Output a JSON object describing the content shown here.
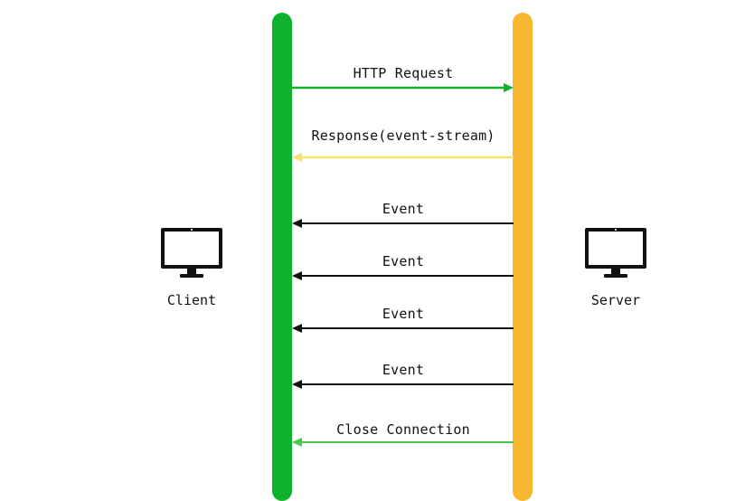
{
  "participants": {
    "client": {
      "label": "Client",
      "icon": "monitor-icon",
      "lifeline_color": "#0db22d"
    },
    "server": {
      "label": "Server",
      "icon": "monitor-icon",
      "lifeline_color": "#f7b733"
    }
  },
  "messages": [
    {
      "label": "HTTP Request",
      "from": "client",
      "to": "server",
      "color": "#11b02c"
    },
    {
      "label": "Response(event-stream)",
      "from": "server",
      "to": "client",
      "color": "#f6e36b"
    },
    {
      "label": "Event",
      "from": "server",
      "to": "client",
      "color": "#111111"
    },
    {
      "label": "Event",
      "from": "server",
      "to": "client",
      "color": "#111111"
    },
    {
      "label": "Event",
      "from": "server",
      "to": "client",
      "color": "#111111"
    },
    {
      "label": "Event",
      "from": "server",
      "to": "client",
      "color": "#111111"
    },
    {
      "label": "Close Connection",
      "from": "server",
      "to": "client",
      "color": "#46c84a"
    }
  ]
}
